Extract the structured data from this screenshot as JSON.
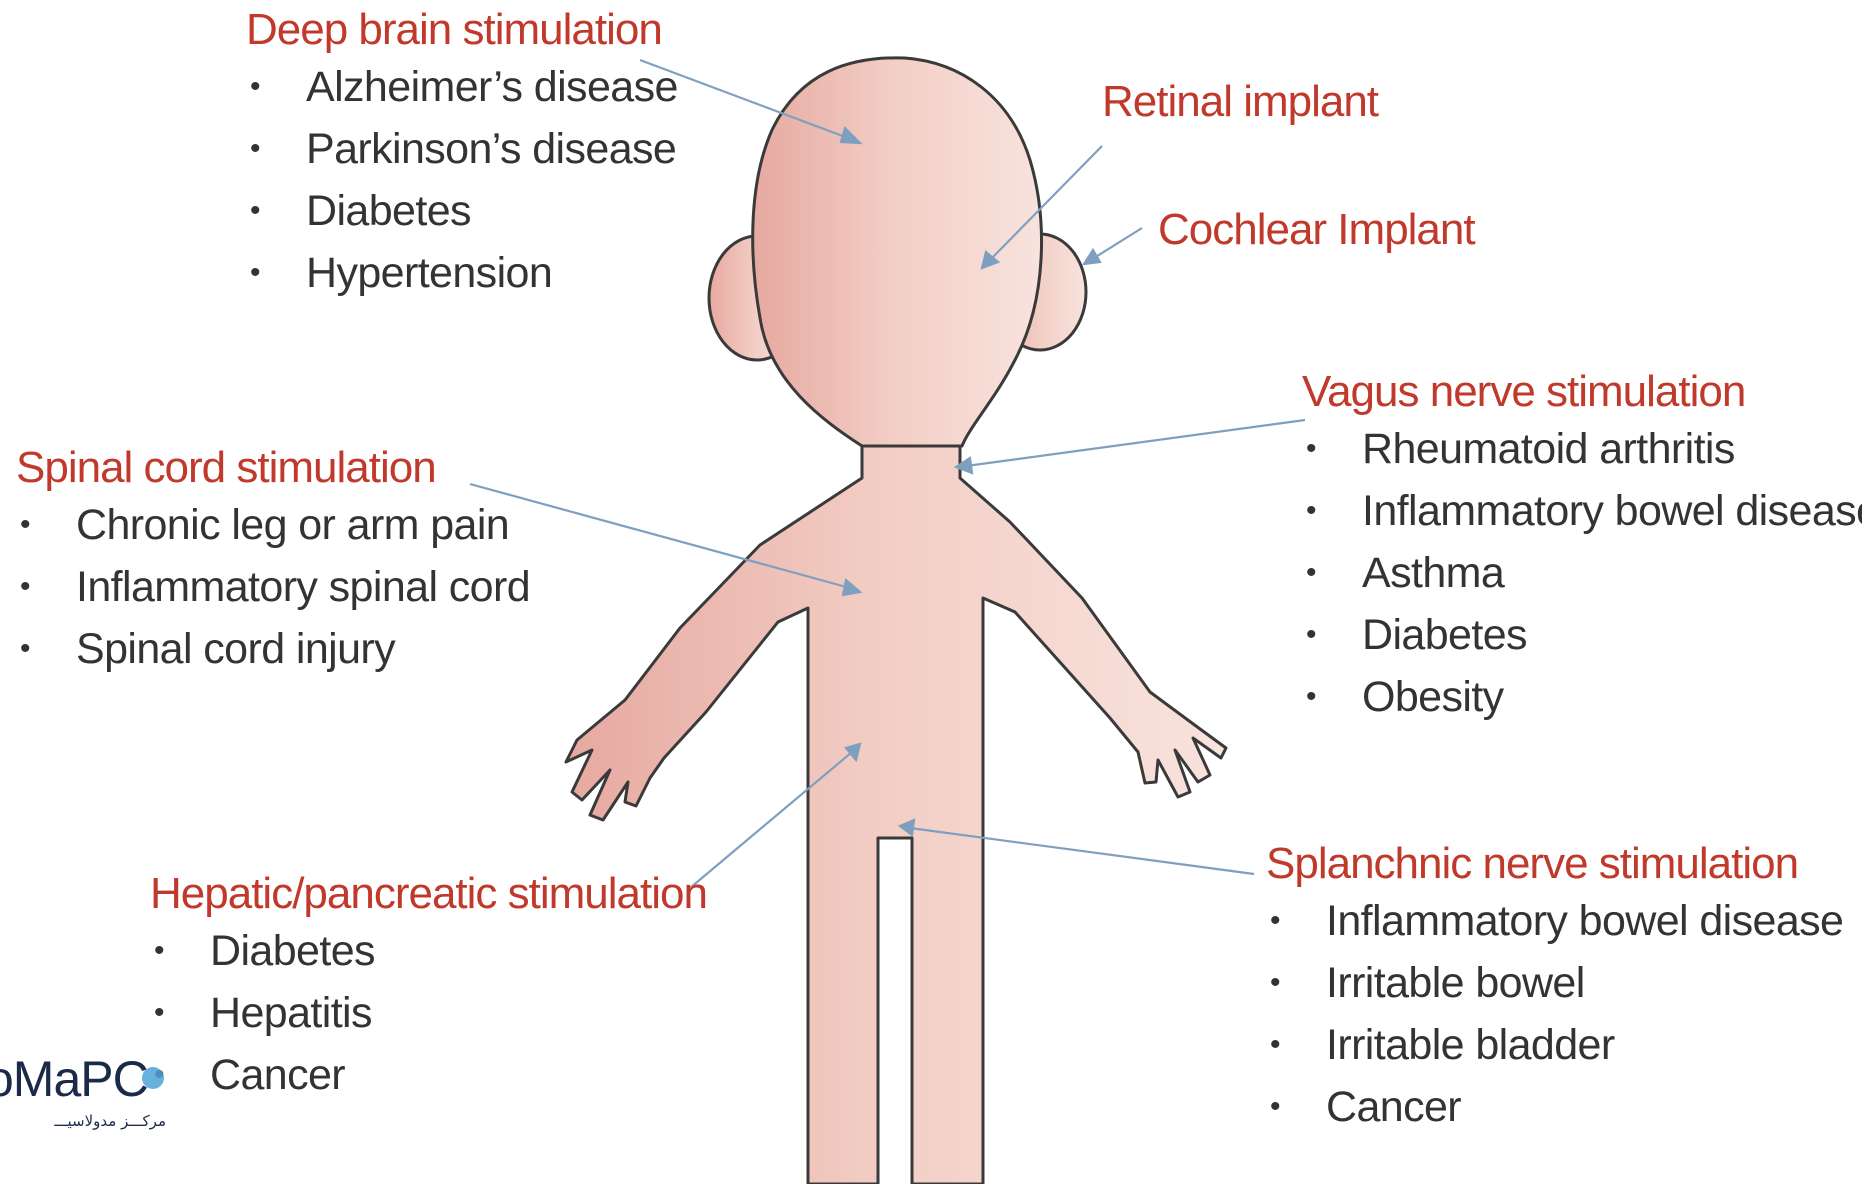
{
  "colors": {
    "title": "#c0392b",
    "text": "#333333",
    "body_fill": "#f2cfc6",
    "body_fill_dark": "#e8aea4",
    "outline": "#3a3a3a",
    "arrow": "#7f9fbf"
  },
  "groups": {
    "deep_brain": {
      "title": "Deep brain stimulation",
      "items": [
        "Alzheimer’s disease",
        "Parkinson’s disease",
        "Diabetes",
        "Hypertension"
      ]
    },
    "retinal": {
      "title": "Retinal implant"
    },
    "cochlear": {
      "title": "Cochlear Implant"
    },
    "vagus": {
      "title": "Vagus nerve stimulation",
      "items": [
        "Rheumatoid arthritis",
        "Inflammatory bowel disease",
        "Asthma",
        "Diabetes",
        "Obesity"
      ]
    },
    "spinal": {
      "title": "Spinal cord stimulation",
      "items": [
        "Chronic leg or arm pain",
        "Inflammatory spinal cord",
        "Spinal cord injury"
      ]
    },
    "hepatic": {
      "title": "Hepatic/pancreatic stimulation",
      "items": [
        "Diabetes",
        "Hepatitis",
        "Cancer"
      ]
    },
    "splanchnic": {
      "title": "Splanchnic nerve stimulation",
      "items": [
        "Inflammatory bowel disease",
        "Irritable bowel",
        "Irritable bladder",
        "Cancer"
      ]
    }
  },
  "logo": {
    "text": "oMaPC",
    "subtext": "مرکـــز مدولاسیـــ"
  }
}
